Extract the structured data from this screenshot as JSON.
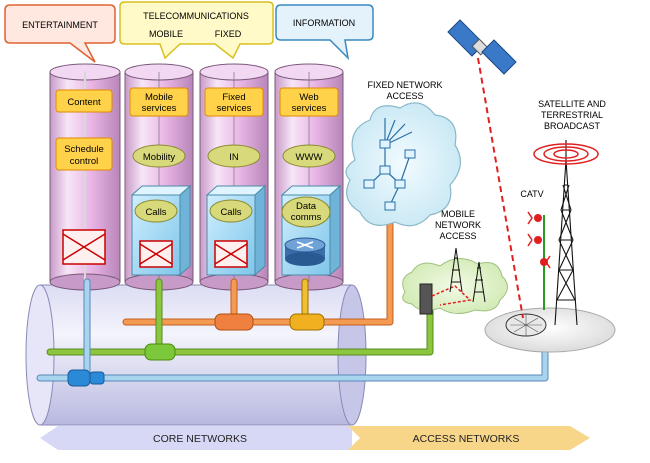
{
  "callouts": {
    "entertainment": "ENTERTAINMENT",
    "telecom": "TELECOMMUNICATIONS",
    "mobile": "MOBILE",
    "fixed": "FIXED",
    "information": "INFORMATION"
  },
  "cylinders": {
    "col1": {
      "top": "Content",
      "mid1": "Schedule",
      "mid2": "control"
    },
    "col2": {
      "top1": "Mobile",
      "top2": "services",
      "mid": "Mobility",
      "low": "Calls"
    },
    "col3": {
      "top1": "Fixed",
      "top2": "services",
      "mid": "IN",
      "low": "Calls"
    },
    "col4": {
      "top1": "Web",
      "top2": "services",
      "mid": "WWW",
      "low1": "Data",
      "low2": "comms"
    }
  },
  "labels": {
    "fixed_access_1": "FIXED NETWORK",
    "fixed_access_2": "ACCESS",
    "mobile_access_1": "MOBILE",
    "mobile_access_2": "NETWORK",
    "mobile_access_3": "ACCESS",
    "satellite_1": "SATELLITE AND",
    "satellite_2": "TERRESTRIAL",
    "satellite_3": "BROADCAST",
    "catv": "CATV"
  },
  "bottom": {
    "core": "CORE NETWORKS",
    "access": "ACCESS NETWORKS"
  },
  "colors": {
    "cylinder": "#e8b4e4",
    "box_fill": "#ffd24a",
    "box_stroke": "#e08a00",
    "pipe_orange": "#f59a52",
    "pipe_green": "#8cc63f",
    "pipe_blue": "#a8d4f0",
    "core_arrow": "#d6d8f5",
    "access_arrow": "#f7d68a"
  }
}
